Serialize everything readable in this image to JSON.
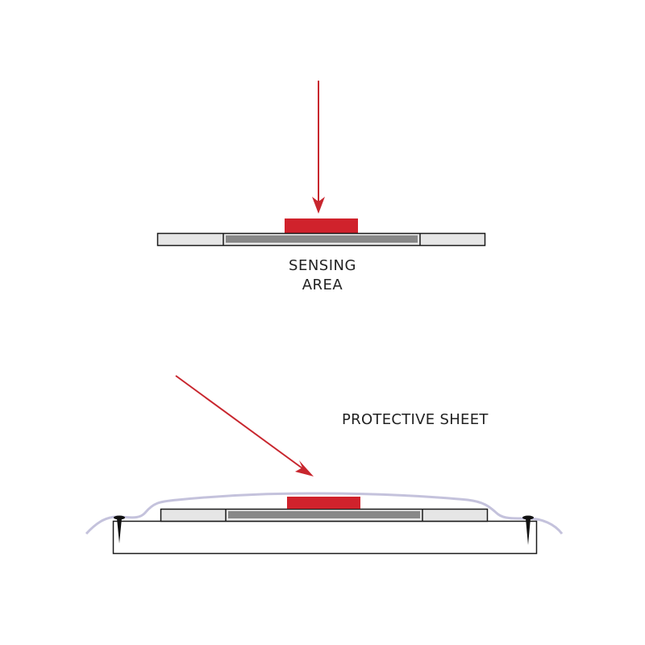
{
  "labels": {
    "sensing_line1": "SENSING",
    "sensing_line2": "AREA",
    "protective_sheet": "PROTECTIVE SHEET"
  },
  "colors": {
    "arrow": "#c8262e",
    "sensor_pad": "#d0222c",
    "strip_outer": "#e6e6e6",
    "strip_inner": "#888888",
    "outline": "#1a1a1a",
    "sheet": "#c4c2dc",
    "base": "#ffffff"
  }
}
